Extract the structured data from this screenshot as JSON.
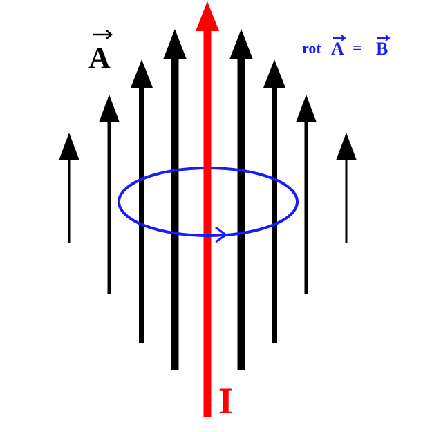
{
  "labels": {
    "vector_symbol": "A",
    "current_symbol": "I",
    "relation_prefix": "rot",
    "relation_lhs": "A",
    "relation_eq": "=",
    "relation_rhs": "B"
  },
  "colors": {
    "vector_arrows": "#000000",
    "current": "#ff0000",
    "loop": "#1a1aff",
    "relation_text": "#1a1aff"
  },
  "icons": {
    "vector_arrow": "arrow-up-icon",
    "current_arrow": "arrow-up-icon",
    "loop_direction": "chevron-right-icon"
  }
}
